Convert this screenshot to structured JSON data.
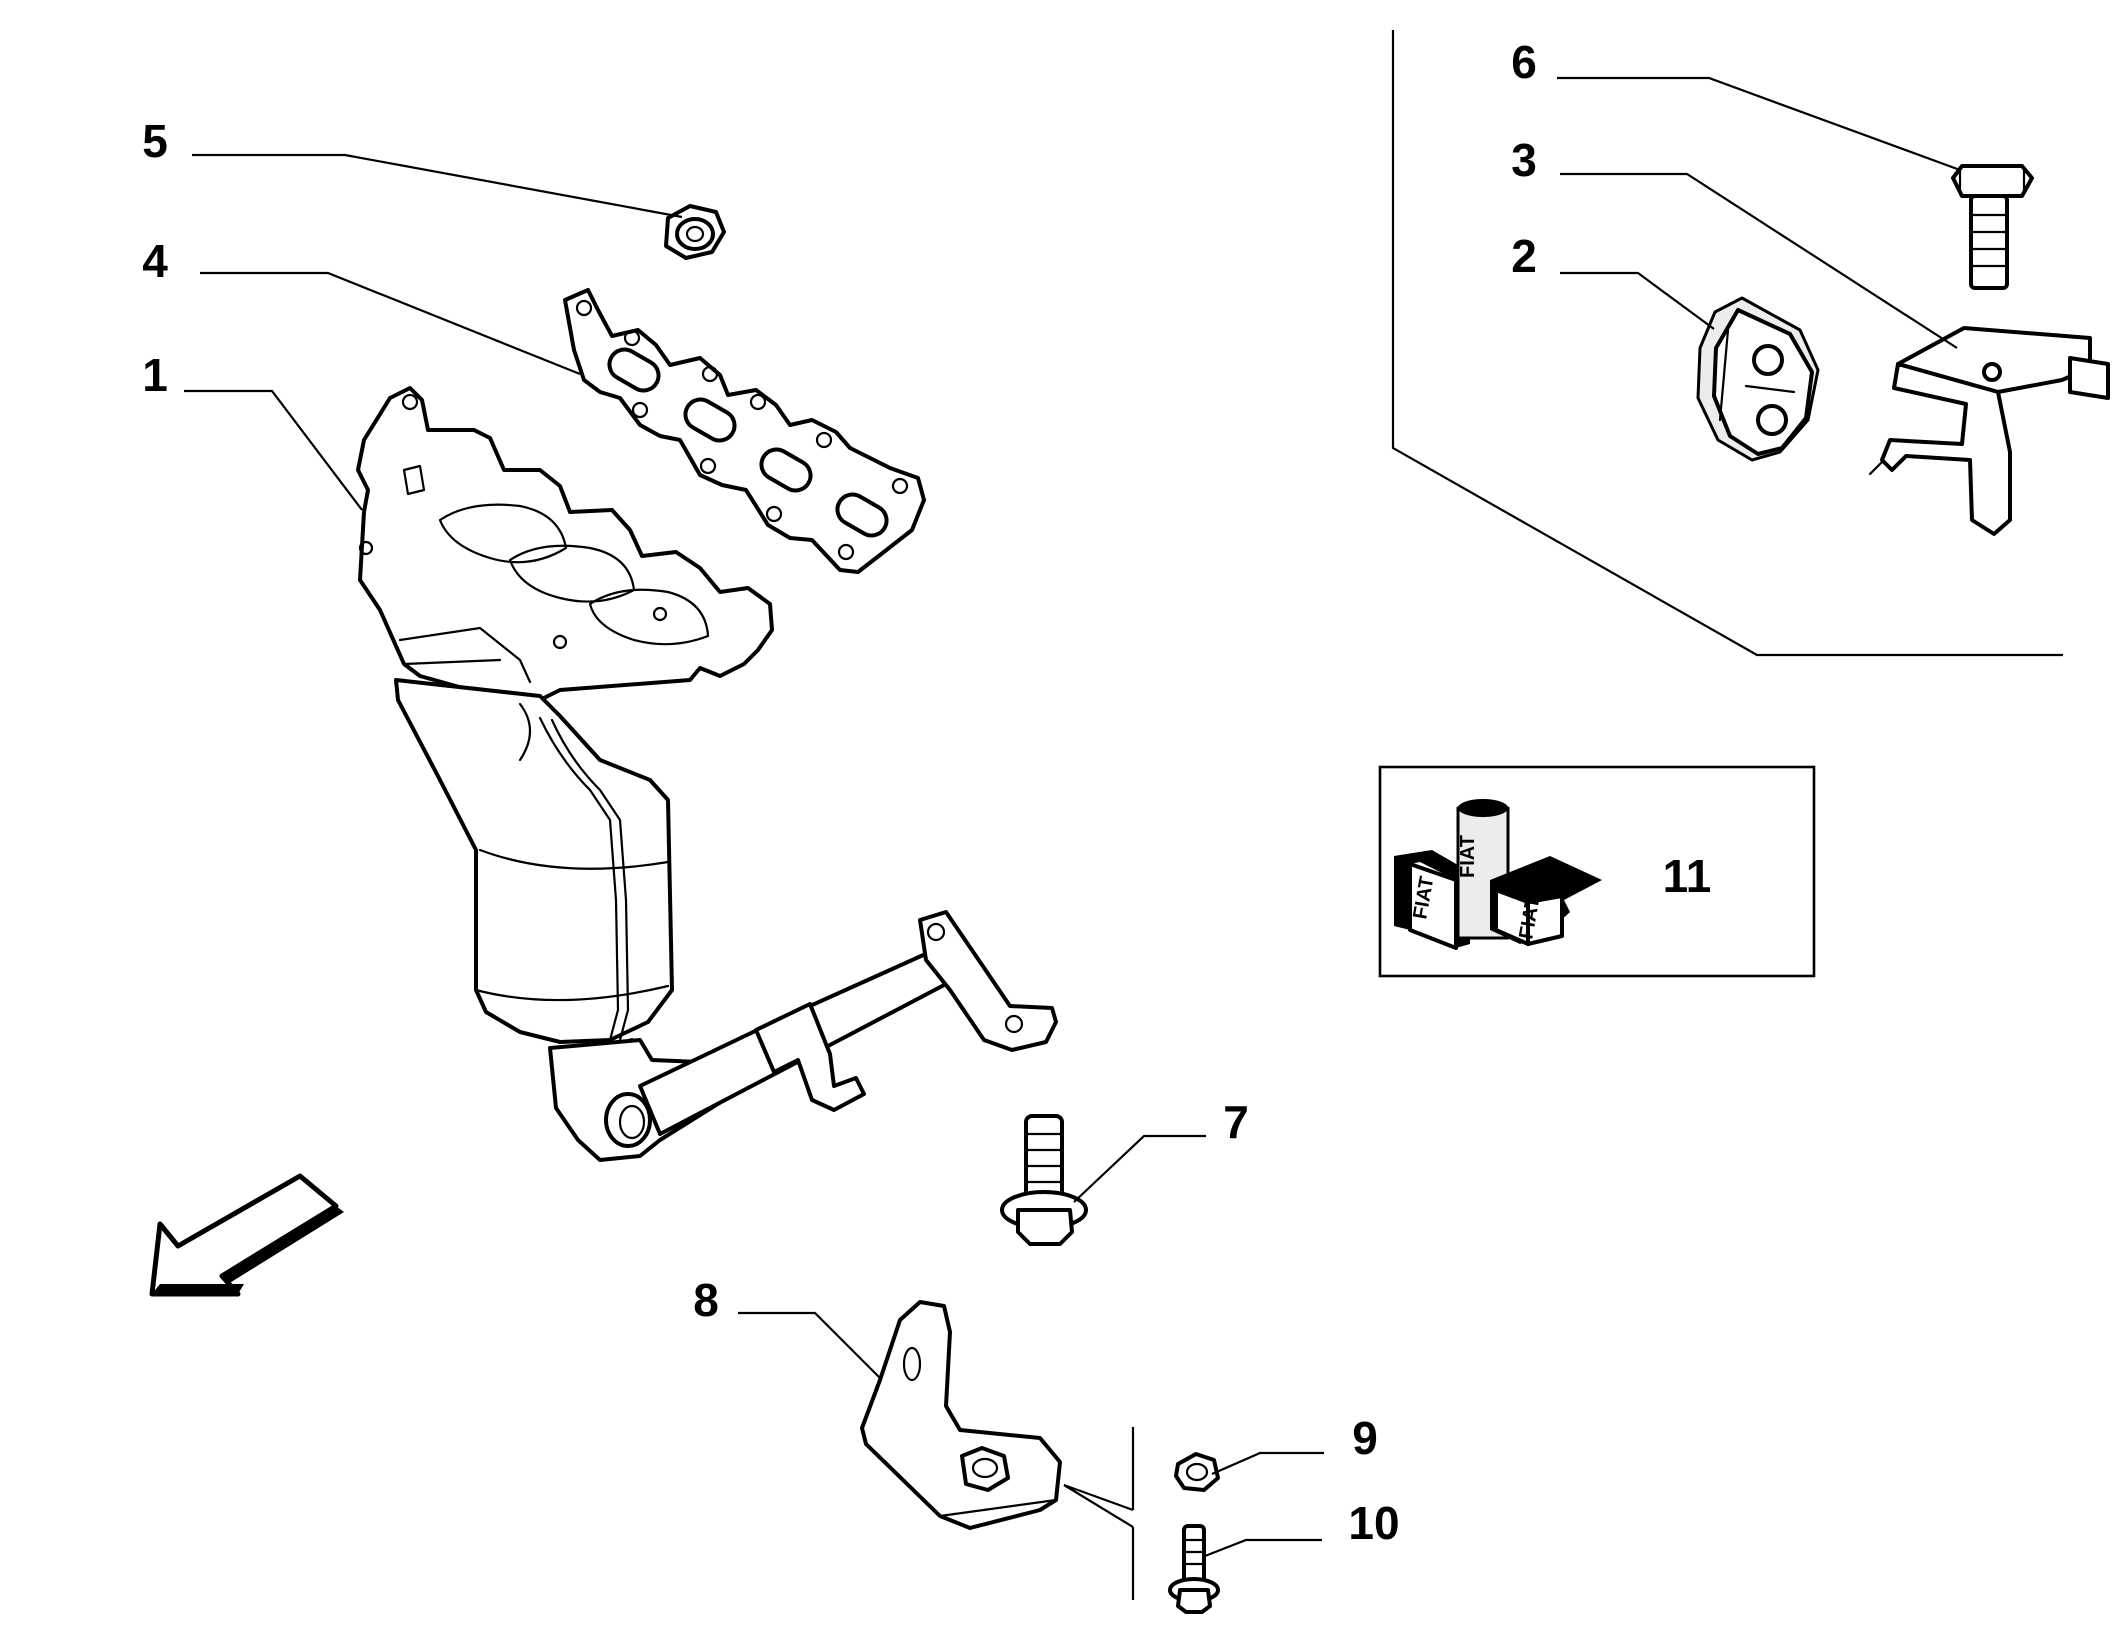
{
  "callouts": {
    "c1": "1",
    "c2": "2",
    "c3": "3",
    "c4": "4",
    "c5": "5",
    "c6": "6",
    "c7": "7",
    "c8": "8",
    "c9": "9",
    "c10": "10",
    "c11": "11"
  },
  "kit_box": {
    "brand_texts": [
      "FIAT",
      "FIAT",
      "FIAT"
    ]
  },
  "icons": {
    "direction_arrow": "front-direction-arrow-icon",
    "kit": "fiat-kit-icon"
  }
}
